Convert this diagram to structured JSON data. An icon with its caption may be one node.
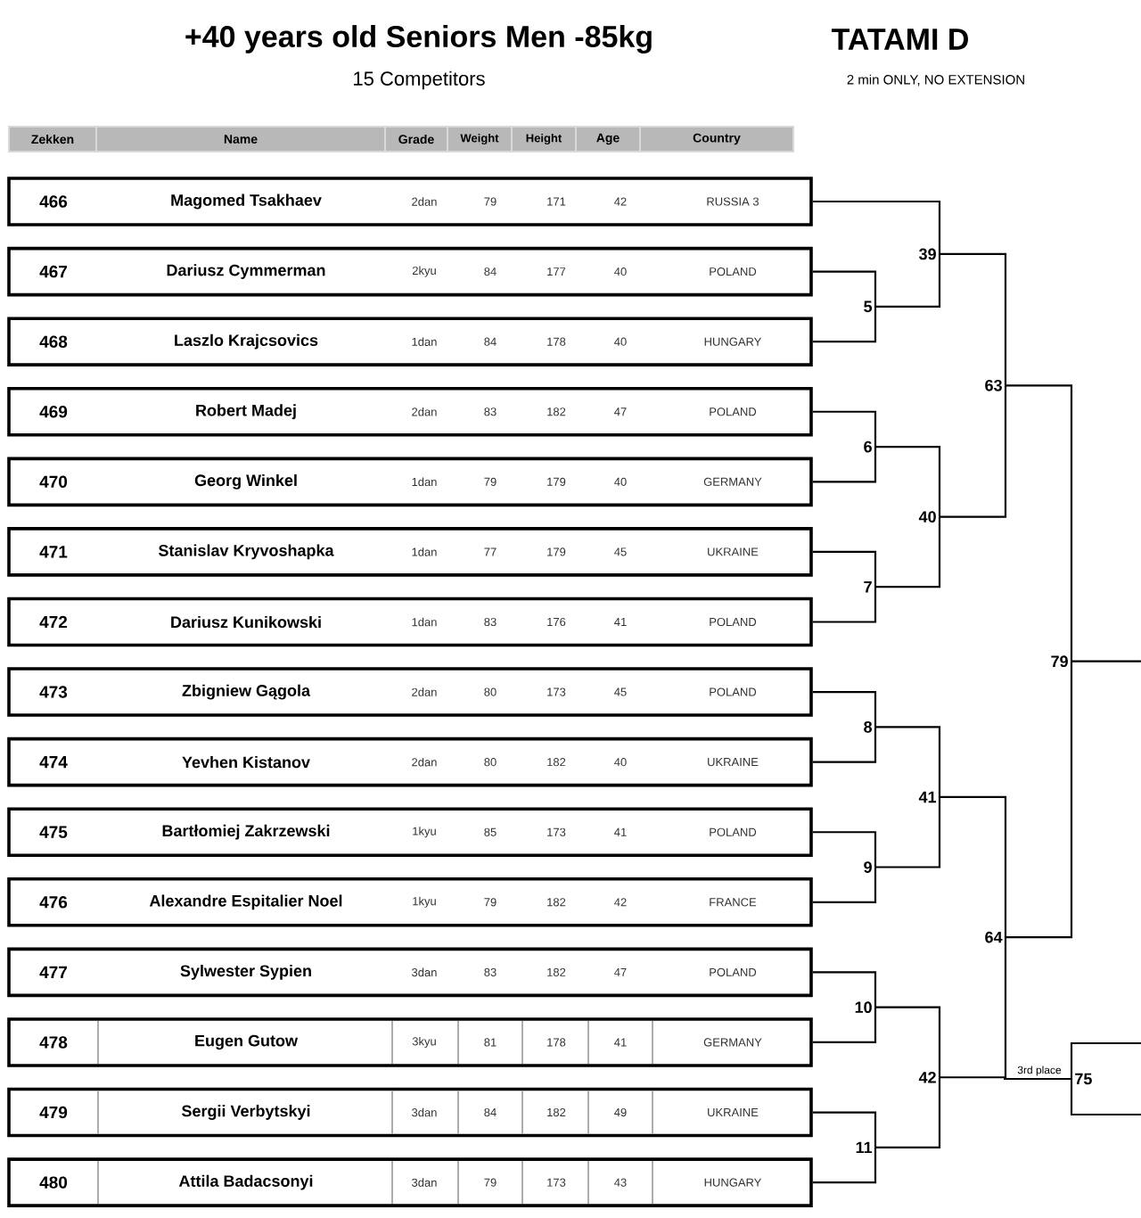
{
  "diagram": {
    "title": "+40 years old Seniors Men -85kg",
    "nodes": [
      {
        "text": [
          "466",
          "Magomed Tsakhaev",
          "2dan",
          "79",
          "171",
          "42",
          "RUSSIA 3"
        ]
      },
      {
        "text": [
          "467",
          "Dariusz Cymmerman",
          "2kyu",
          "84",
          "177",
          "40",
          "POLAND"
        ]
      },
      {
        "text": [
          "468",
          "Laszlo Krajcsovics",
          "1dan",
          "84",
          "178",
          "40",
          "HUNGARY"
        ]
      },
      {
        "text": [
          "469",
          "Robert Madej",
          "2dan",
          "83",
          "182",
          "47",
          "POLAND"
        ]
      },
      {
        "text": [
          "470",
          "Georg Winkel",
          "1dan",
          "79",
          "179",
          "40",
          "GERMANY"
        ]
      },
      {
        "text": [
          "471",
          "Stanislav Kryvoshapka",
          "1dan",
          "77",
          "179",
          "45",
          "UKRAINE"
        ]
      },
      {
        "text": [
          "472",
          "Dariusz Kunikowski",
          "1dan",
          "83",
          "176",
          "41",
          "POLAND"
        ]
      },
      {
        "text": [
          "473",
          "Zbigniew Gągola",
          "2dan",
          "80",
          "173",
          "45",
          "POLAND"
        ]
      },
      {
        "text": [
          "474",
          "Yevhen Kistanov",
          "2dan",
          "80",
          "182",
          "40",
          "UKRAINE"
        ]
      },
      {
        "text": [
          "475",
          "Bartłomiej Zakrzewski",
          "1kyu",
          "85",
          "173",
          "41",
          "POLAND"
        ]
      },
      {
        "text": [
          "476",
          "Alexandre Espitalier Noel",
          "1kyu",
          "79",
          "182",
          "42",
          "FRANCE"
        ]
      },
      {
        "text": [
          "477",
          "Sylwester Sypien",
          "3dan",
          "83",
          "182",
          "47",
          "POLAND"
        ]
      },
      {
        "text": [
          "478",
          "Eugen Gutow",
          "3kyu",
          "81",
          "178",
          "41",
          "GERMANY"
        ]
      },
      {
        "text": [
          "479",
          "Sergii Verbytskyi",
          "3dan",
          "84",
          "182",
          "49",
          "UKRAINE"
        ]
      },
      {
        "text": [
          "480",
          "Attila Badacsonyi",
          "3dan",
          "79",
          "173",
          "43",
          "HUNGARY"
        ]
      },
      {
        "text": [
          "5"
        ]
      },
      {
        "text": [
          "6"
        ]
      },
      {
        "text": [
          "7"
        ]
      },
      {
        "text": [
          "8"
        ]
      },
      {
        "text": [
          "9"
        ]
      },
      {
        "text": [
          "10"
        ]
      },
      {
        "text": [
          "11"
        ]
      },
      {
        "text": [
          "39"
        ]
      },
      {
        "text": [
          "40"
        ]
      },
      {
        "text": [
          "41"
        ]
      },
      {
        "text": [
          "42"
        ]
      },
      {
        "text": [
          "63"
        ]
      },
      {
        "text": [
          "64"
        ]
      },
      {
        "text": [
          "79"
        ]
      },
      {
        "text": [
          "75"
        ]
      }
    ],
    "edges": [
      {
        "from": 0,
        "to": 22,
        "arrow": "none"
      },
      {
        "from": 1,
        "to": 15,
        "arrow": "none"
      },
      {
        "from": 2,
        "to": 15,
        "arrow": "none"
      },
      {
        "from": 3,
        "to": 16,
        "arrow": "none"
      },
      {
        "from": 4,
        "to": 16,
        "arrow": "none"
      },
      {
        "from": 5,
        "to": 17,
        "arrow": "none"
      },
      {
        "from": 6,
        "to": 17,
        "arrow": "none"
      },
      {
        "from": 7,
        "to": 18,
        "arrow": "none"
      },
      {
        "from": 8,
        "to": 18,
        "arrow": "none"
      },
      {
        "from": 9,
        "to": 19,
        "arrow": "none"
      },
      {
        "from": 10,
        "to": 19,
        "arrow": "none"
      },
      {
        "from": 11,
        "to": 20,
        "arrow": "none"
      },
      {
        "from": 12,
        "to": 20,
        "arrow": "none"
      },
      {
        "from": 13,
        "to": 21,
        "arrow": "none"
      },
      {
        "from": 14,
        "to": 21,
        "arrow": "none"
      },
      {
        "from": 15,
        "to": 22,
        "arrow": "none"
      },
      {
        "from": 16,
        "to": 23,
        "arrow": "none"
      },
      {
        "from": 17,
        "to": 23,
        "arrow": "none"
      },
      {
        "from": 18,
        "to": 24,
        "arrow": "none"
      },
      {
        "from": 19,
        "to": 24,
        "arrow": "none"
      },
      {
        "from": 20,
        "to": 25,
        "arrow": "none"
      },
      {
        "from": 21,
        "to": 25,
        "arrow": "none"
      },
      {
        "from": 22,
        "to": 26,
        "arrow": "none"
      },
      {
        "from": 23,
        "to": 26,
        "arrow": "none"
      },
      {
        "from": 24,
        "to": 27,
        "arrow": "none"
      },
      {
        "from": 25,
        "to": 27,
        "arrow": "none"
      },
      {
        "from": 26,
        "to": 28,
        "arrow": "none"
      },
      {
        "from": 27,
        "to": 28,
        "arrow": "none"
      },
      {
        "from": 28,
        "to": null,
        "arrow": "none"
      },
      {
        "from": null,
        "to": 29,
        "arrow": "none",
        "label": "3rd place"
      },
      {
        "from": null,
        "to": 29,
        "arrow": "none"
      },
      {
        "from": null,
        "to": 29,
        "arrow": "none"
      }
    ],
    "labels": [
      "15 Competitors",
      "TATAMI D",
      "2 min ONLY, NO EXTENSION",
      "Zekken",
      "Name",
      "Grade",
      "Weight",
      "Height",
      "Age",
      "Country"
    ]
  }
}
